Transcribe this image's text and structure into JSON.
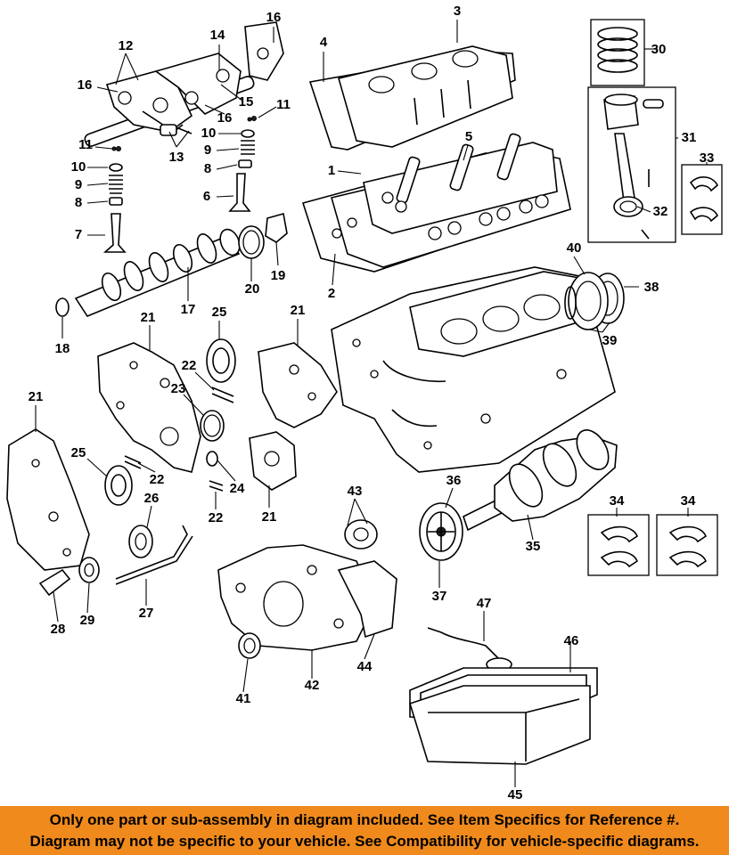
{
  "callouts": [
    "1",
    "2",
    "3",
    "4",
    "5",
    "6",
    "7",
    "8",
    "9",
    "10",
    "11",
    "12",
    "13",
    "14",
    "15",
    "16",
    "17",
    "18",
    "19",
    "20",
    "21",
    "22",
    "23",
    "24",
    "25",
    "26",
    "27",
    "28",
    "29",
    "30",
    "31",
    "32",
    "33",
    "34",
    "35",
    "36",
    "37",
    "38",
    "39",
    "40",
    "41",
    "42",
    "43",
    "44",
    "45",
    "46",
    "47"
  ],
  "banner": {
    "line1": "Only one part or sub-assembly in diagram included. See Item Specifics for Reference #.",
    "line2": "Diagram may not be specific to your vehicle. See Compatibility for vehicle-specific diagrams."
  }
}
